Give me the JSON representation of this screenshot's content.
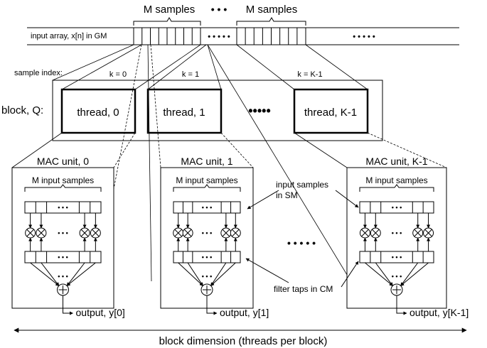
{
  "top": {
    "samples_left": "M samples",
    "samples_right": "M samples",
    "ellipsis_top": "• • •",
    "array_label": "input array, x[n] in GM",
    "array_dots_mid": "• • • • •",
    "array_dots_right": "• • • • •"
  },
  "block": {
    "sample_index_label": "sample index:",
    "k0": "k = 0",
    "k1": "k = 1",
    "kK": "k = K-1",
    "label": "block, Q:",
    "thread0": "thread, 0",
    "thread1": "thread, 1",
    "threadK": "thread, K-1",
    "dots": "•••••"
  },
  "mac_units": [
    {
      "title": "MAC unit, 0",
      "inputs": "M input samples",
      "output": "output, y[0]"
    },
    {
      "title": "MAC unit, 1",
      "inputs": "M input samples",
      "output": "output, y[1]"
    },
    {
      "title": "MAC unit, K-1",
      "inputs": "M input samples",
      "output": "output, y[K-1]"
    }
  ],
  "annotations": {
    "sm_line1": "input samples",
    "sm_line2": "in SM",
    "cm": "filter taps in CM",
    "mac_dots": "• • • • •",
    "small_dots": "• • •"
  },
  "footer": {
    "dimension": "block dimension (threads per block)"
  }
}
